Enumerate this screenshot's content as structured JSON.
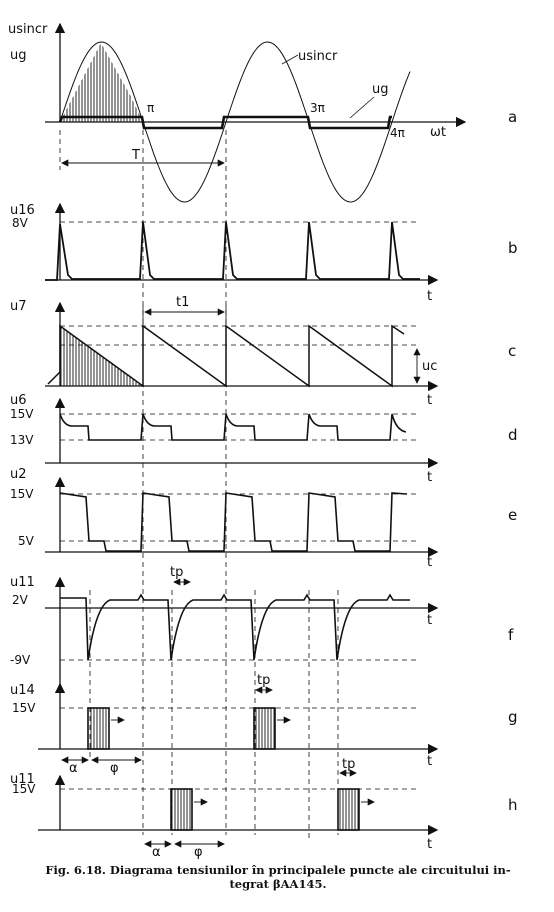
{
  "panels": {
    "a": {
      "letter": "a",
      "y1": "uₛᴵₙᶜʳ",
      "y1_text": "usincr",
      "y2": "ug",
      "curve_sincr": "usincr",
      "curve_g": "ug",
      "pi": "π",
      "three_pi": "3π",
      "four_pi": "4π",
      "omega_t": "ωt",
      "period": "T"
    },
    "b": {
      "letter": "b",
      "y": "u16",
      "level": "8V",
      "t": "t"
    },
    "c": {
      "letter": "c",
      "y": "u7",
      "t1": "t1",
      "uc": "uc",
      "t": "t"
    },
    "d": {
      "letter": "d",
      "y": "u6",
      "level_hi": "15V",
      "level_lo": "13V",
      "t": "t"
    },
    "e": {
      "letter": "e",
      "y": "u2",
      "level_hi": "15V",
      "level_lo": "5V",
      "t": "t"
    },
    "f": {
      "letter": "f",
      "y": "u11",
      "level_hi": "2V",
      "level_lo": "-9V",
      "tp": "tp",
      "t": "t"
    },
    "g": {
      "letter": "g",
      "y": "u14",
      "level": "15V",
      "tp": "tp",
      "alpha": "α",
      "phi": "φ",
      "t": "t"
    },
    "h": {
      "letter": "h",
      "y": "u11",
      "level": "15V",
      "tp": "tp",
      "alpha": "α",
      "phi": "φ",
      "t": "t"
    }
  },
  "caption": {
    "line1": "Fig. 6.18. Diagrama tensiunilor în principalele puncte ale circuitului in-",
    "line2": "tegrat βAA145."
  }
}
